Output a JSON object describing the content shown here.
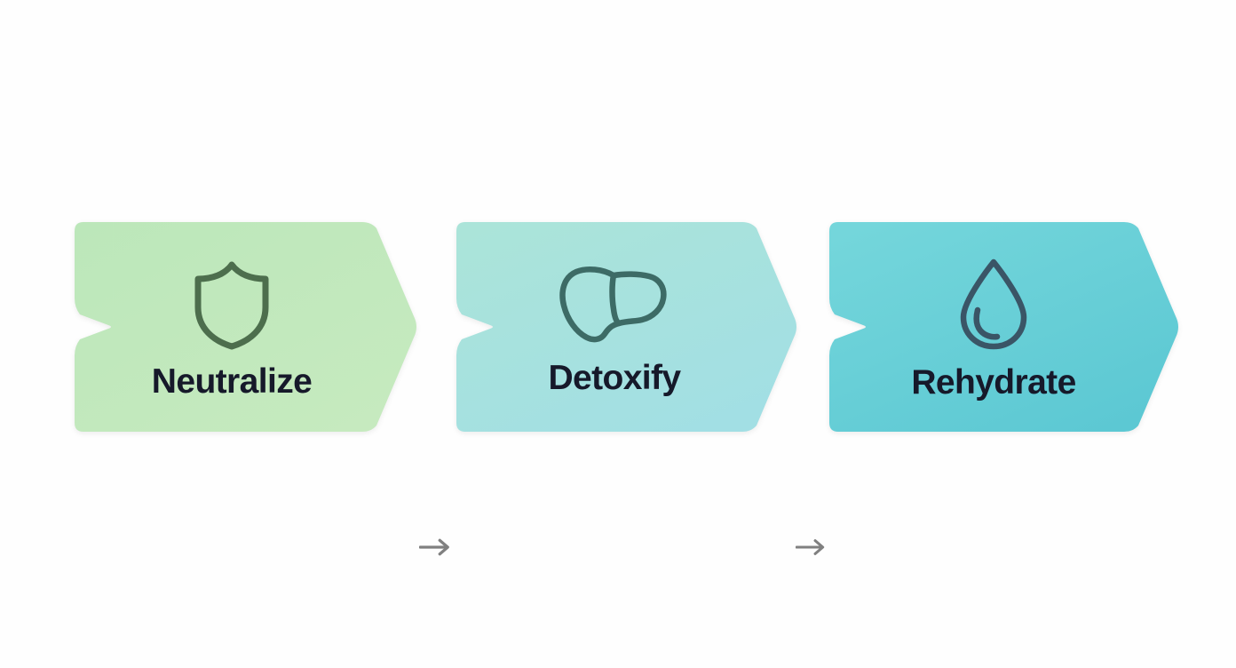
{
  "diagram": {
    "title": "Neutralize Detoxify Rehydrate process flow",
    "background_color": "#fefefe",
    "label_color": "#16192a",
    "connector_color": "#808080",
    "steps": [
      {
        "label": "Neutralize",
        "icon": "shield-icon",
        "icon_color": "#4d6e4d",
        "fill_start": "#bce7ba",
        "fill_end": "#c6eabf"
      },
      {
        "label": "Detoxify",
        "icon": "liver-icon",
        "icon_color": "#3d6b66",
        "fill_start": "#abe4d9",
        "fill_end": "#a2dfe4"
      },
      {
        "label": "Rehydrate",
        "icon": "water-drop-icon",
        "icon_color": "#3a5566",
        "fill_start": "#74d6db",
        "fill_end": "#5cc8d3"
      }
    ],
    "connectors": [
      {
        "name": "arrow-right-icon",
        "color": "#808080"
      },
      {
        "name": "arrow-right-icon",
        "color": "#808080"
      }
    ]
  }
}
